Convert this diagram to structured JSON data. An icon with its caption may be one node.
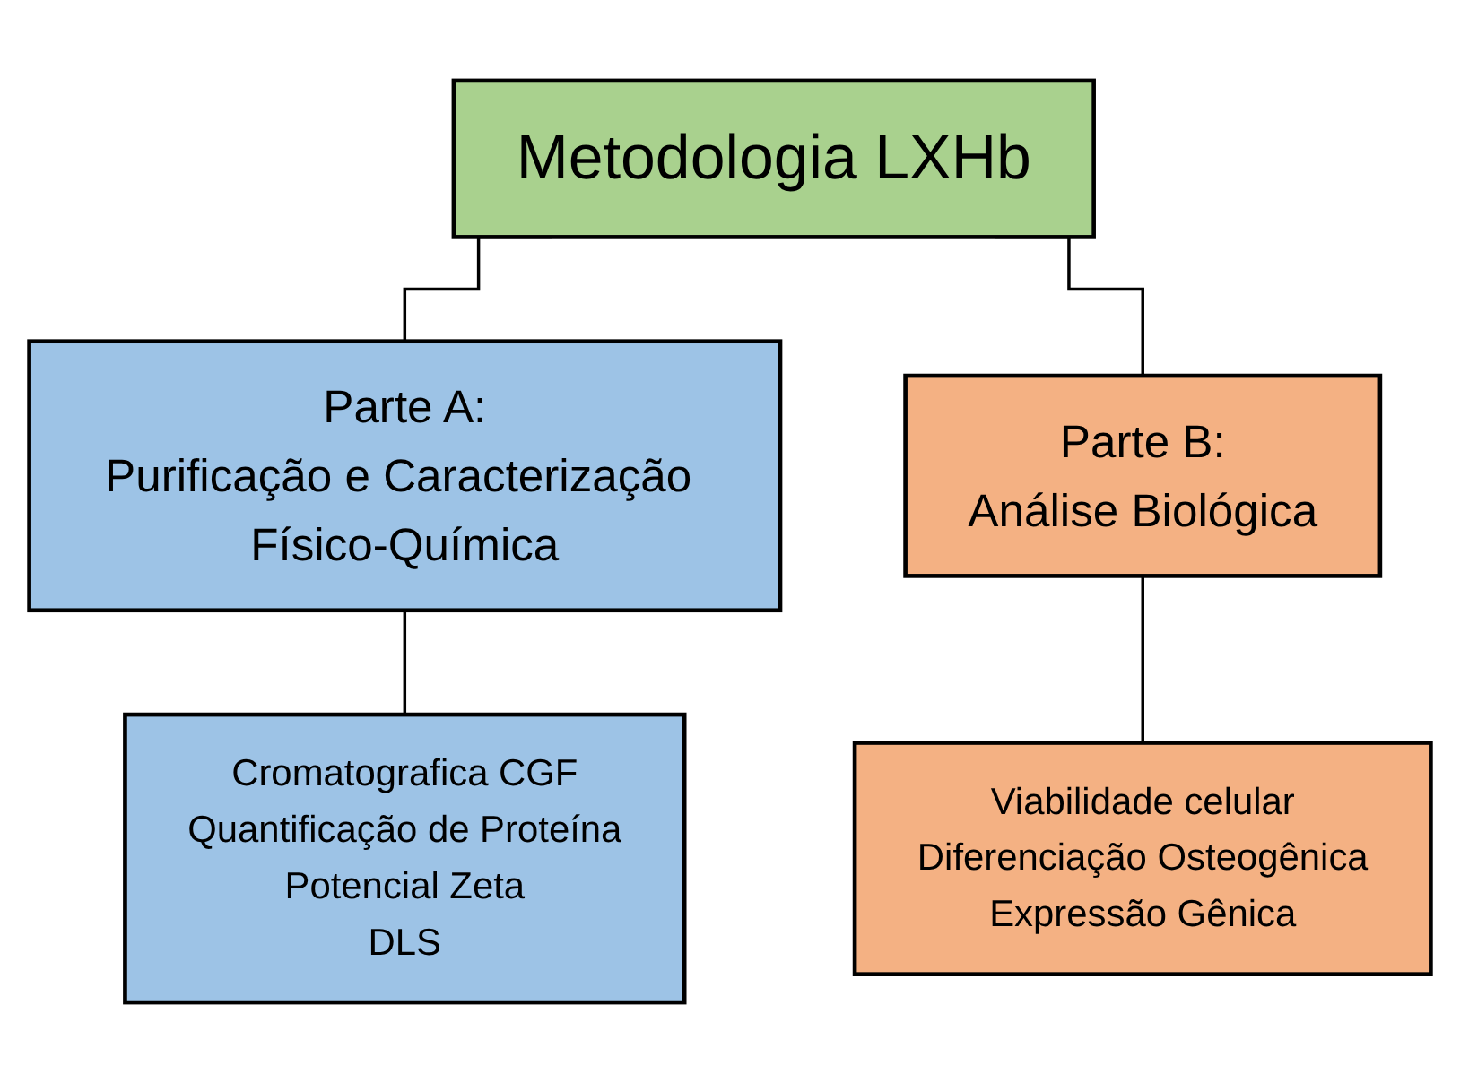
{
  "diagram": {
    "nodes": [
      {
        "text": [
          "Metodologia LXHb"
        ]
      },
      {
        "text": [
          "Parte A:",
          "Purificação e Caracterização Físico-Química"
        ]
      },
      {
        "text": [
          "Parte B:",
          "Análise Biológica"
        ]
      },
      {
        "text": [
          "Cromatografica CGF",
          "Quantificação de Proteína",
          "Potencial Zeta",
          "DLS"
        ]
      },
      {
        "text": [
          "Viabilidade celular",
          "Diferenciação Osteogênica",
          "Expressão Gênica"
        ]
      }
    ],
    "edges": [
      {
        "from": 0,
        "to": 1,
        "arrow": "none"
      },
      {
        "from": 0,
        "to": 2,
        "arrow": "none"
      },
      {
        "from": 1,
        "to": 3,
        "arrow": "none"
      },
      {
        "from": 2,
        "to": 4,
        "arrow": "none"
      }
    ]
  }
}
